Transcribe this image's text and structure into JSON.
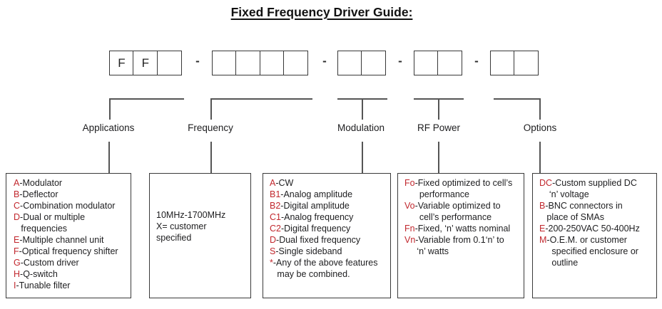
{
  "title": "Fixed Frequency Driver Guide:",
  "part_number": {
    "separator": "-",
    "groups": [
      {
        "name": "applications",
        "cells": [
          "F",
          "F",
          ""
        ]
      },
      {
        "name": "frequency",
        "cells": [
          "",
          "",
          "",
          ""
        ]
      },
      {
        "name": "modulation",
        "cells": [
          "",
          ""
        ]
      },
      {
        "name": "rf_power",
        "cells": [
          "",
          ""
        ]
      },
      {
        "name": "options",
        "cells": [
          "",
          ""
        ]
      }
    ]
  },
  "labels": {
    "applications": "Applications",
    "frequency": "Frequency",
    "modulation": "Modulation",
    "rf_power": "RF Power",
    "options": "Options"
  },
  "boxes": {
    "applications": {
      "entries": [
        {
          "code": "A",
          "text": "-Modulator"
        },
        {
          "code": "B",
          "text": "-Deflector"
        },
        {
          "code": "C",
          "text": "-Combination modulator"
        },
        {
          "code": "D",
          "text": "-Dual or multiple\n   frequencies"
        },
        {
          "code": "E",
          "text": "-Multiple channel unit"
        },
        {
          "code": "F",
          "text": "-Optical frequency shifter"
        },
        {
          "code": "G",
          "text": "-Custom driver"
        },
        {
          "code": "H",
          "text": "-Q-switch"
        },
        {
          "code": "I",
          "text": "-Tunable filter"
        }
      ]
    },
    "frequency": {
      "text": "10MHz-1700MHz\nX= customer\nspecified"
    },
    "modulation": {
      "entries": [
        {
          "code": "A",
          "text": "-CW"
        },
        {
          "code": "B1",
          "text": "-Analog amplitude"
        },
        {
          "code": "B2",
          "text": "-Digital amplitude"
        },
        {
          "code": "C1",
          "text": "-Analog frequency"
        },
        {
          "code": "C2",
          "text": "-Digital frequency"
        },
        {
          "code": "D",
          "text": "-Dual fixed frequency"
        },
        {
          "code": "S",
          "text": "-Single sideband"
        },
        {
          "code": "*",
          "text": "-Any of the above features\n   may be combined."
        }
      ]
    },
    "rf_power": {
      "entries": [
        {
          "code": "Fo",
          "text": "-Fixed optimized to cell’s\n      performance"
        },
        {
          "code": "Vo",
          "text": "-Variable optimized to\n      cell’s performance"
        },
        {
          "code": "Fn",
          "text": "-Fixed, ‘n’ watts nominal"
        },
        {
          "code": "Vn",
          "text": "-Variable from 0.1‘n’ to\n     ‘n’ watts"
        }
      ]
    },
    "options": {
      "entries": [
        {
          "code": "DC",
          "text": "-Custom supplied DC\n    ‘n’ voltage"
        },
        {
          "code": "B",
          "text": "-BNC connectors in\n   place of SMAs"
        },
        {
          "code": "E",
          "text": "-200-250VAC 50-400Hz"
        },
        {
          "code": "M",
          "text": "-O.E.M. or customer\n     specified enclosure or\n     outline"
        }
      ]
    }
  },
  "colors": {
    "code_red": "#c1272d",
    "text_black": "#1d1d1f",
    "line_gray": "#555555"
  }
}
